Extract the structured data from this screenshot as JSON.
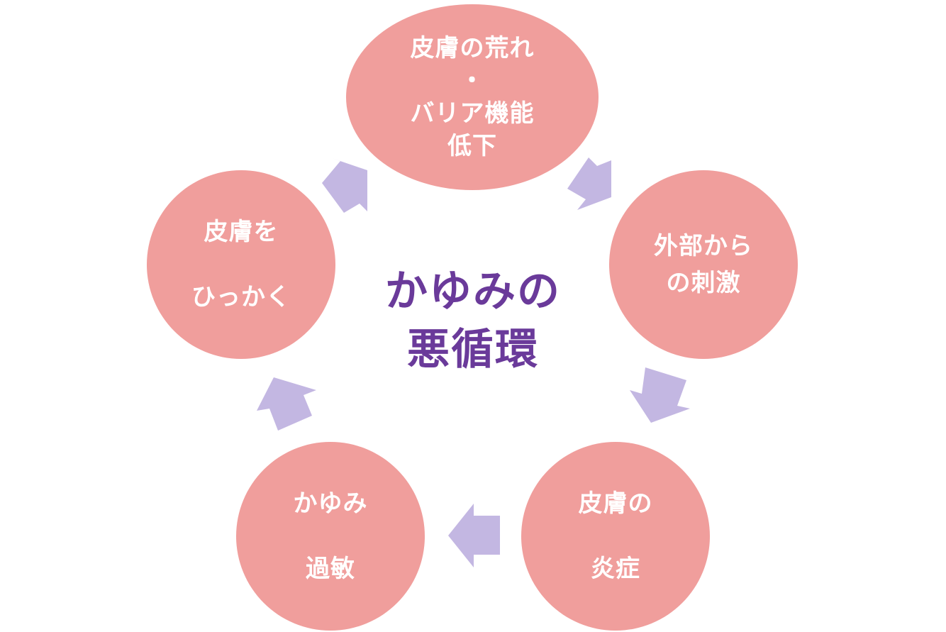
{
  "center_title": {
    "line1": "かゆみの",
    "line2": "悪循環"
  },
  "nodes": [
    {
      "id": "barrier-decline",
      "lines": [
        "皮膚の荒れ",
        "・",
        "バリア機能",
        "低下"
      ]
    },
    {
      "id": "external-stimulus",
      "lines": [
        "外部から",
        "の刺激"
      ]
    },
    {
      "id": "skin-inflammation",
      "lines": [
        "皮膚の",
        "炎症"
      ]
    },
    {
      "id": "itch-hypersensitivity",
      "lines": [
        "かゆみ",
        "過敏"
      ]
    },
    {
      "id": "scratching",
      "lines": [
        "皮膚を",
        "ひっかく"
      ]
    }
  ],
  "colors": {
    "node_fill": "#f09e9c",
    "node_text": "#ffffff",
    "arrow_fill": "#c3b7e2",
    "title_text": "#6a3a9a",
    "background": "#ffffff"
  },
  "icons": [
    "block-arrow-icon"
  ]
}
